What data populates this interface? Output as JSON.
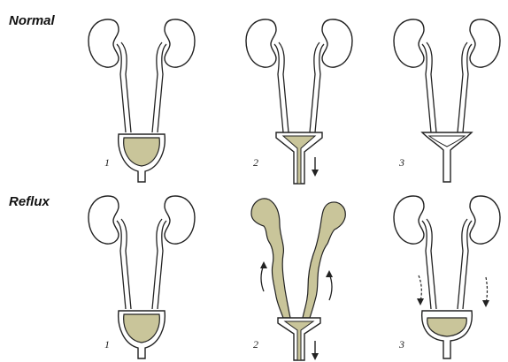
{
  "rows": [
    {
      "label": "Normal",
      "steps": [
        "1",
        "2",
        "3"
      ]
    },
    {
      "label": "Reflux",
      "steps": [
        "1",
        "2",
        "3"
      ]
    }
  ],
  "colors": {
    "urine": "#c9c59a",
    "outline": "#222222",
    "background": "#ffffff"
  }
}
